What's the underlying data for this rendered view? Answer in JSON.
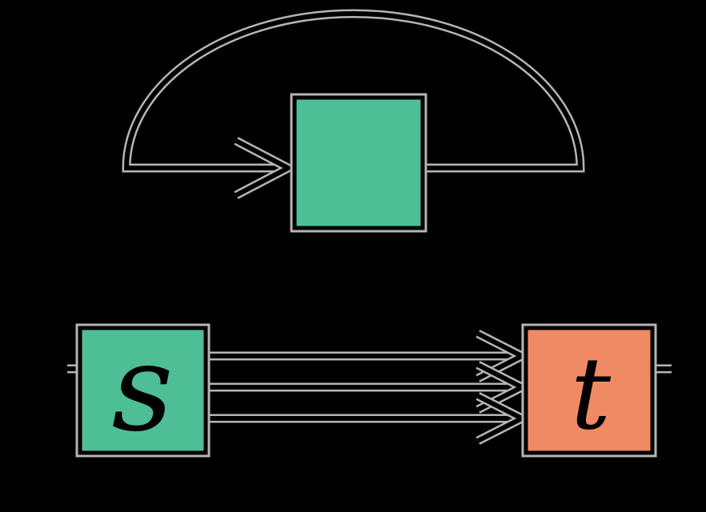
{
  "labels": {
    "source_node": "s",
    "target_node": "t"
  },
  "structure": {
    "top_node_has_self_loop": true,
    "bottom_parallel_edges": 3
  },
  "colors": {
    "background": "#000000",
    "stroke": "#000000",
    "halo": "#b5b5b5",
    "loop_node": "#4DBE96",
    "source_node": "#4DBE96",
    "target_node": "#F08A64",
    "label_text": "#000000"
  }
}
